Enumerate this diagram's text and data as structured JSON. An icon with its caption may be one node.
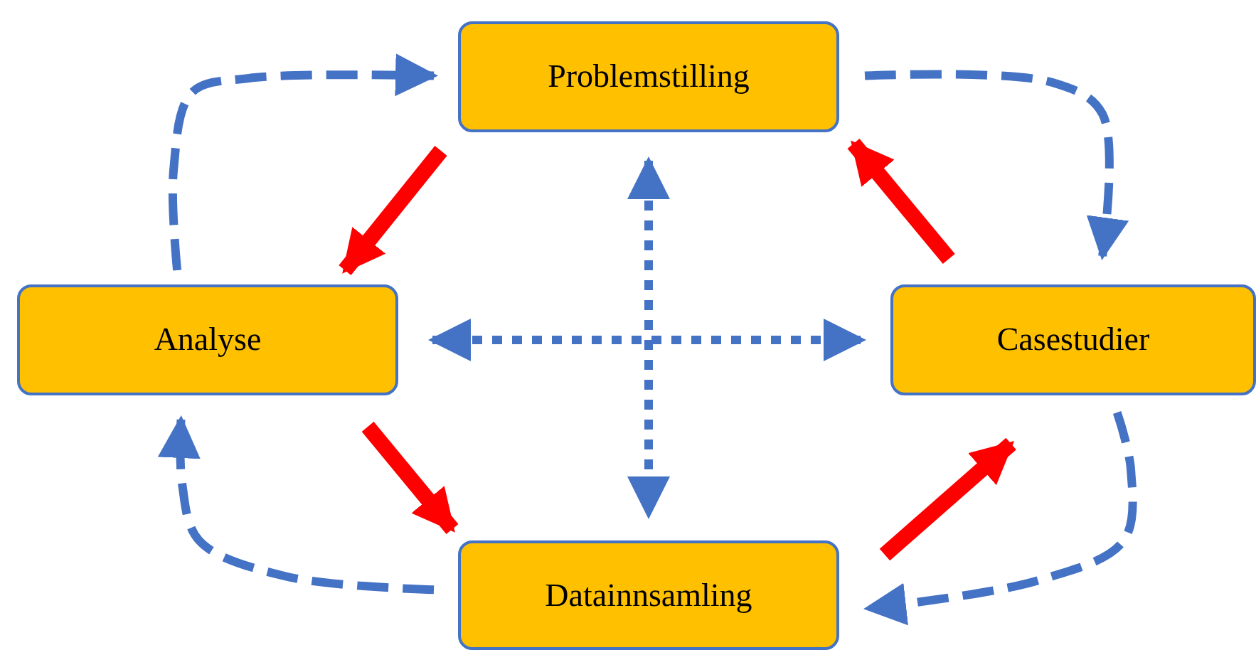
{
  "diagram": {
    "nodes": [
      {
        "text": [
          "Problemstilling"
        ]
      },
      {
        "text": [
          "Analyse"
        ]
      },
      {
        "text": [
          "Casestudier"
        ]
      },
      {
        "text": [
          "Datainnsamling"
        ]
      }
    ],
    "edges": [
      {
        "from": 1,
        "to": 0,
        "arrow": "to",
        "style": "dashed"
      },
      {
        "from": 0,
        "to": 2,
        "arrow": "to",
        "style": "dashed"
      },
      {
        "from": 2,
        "to": 3,
        "arrow": "to",
        "style": "dashed"
      },
      {
        "from": 3,
        "to": 1,
        "arrow": "to",
        "style": "dashed"
      },
      {
        "from": 0,
        "to": 1,
        "arrow": "to",
        "style": "thick",
        "color": "#ff0000"
      },
      {
        "from": 1,
        "to": 3,
        "arrow": "to",
        "style": "thick",
        "color": "#ff0000"
      },
      {
        "from": 3,
        "to": 2,
        "arrow": "to",
        "style": "thick",
        "color": "#ff0000"
      },
      {
        "from": 2,
        "to": 0,
        "arrow": "to",
        "style": "thick",
        "color": "#ff0000"
      },
      {
        "from": 1,
        "to": 2,
        "arrow": "both",
        "style": "dashed"
      },
      {
        "from": 0,
        "to": 3,
        "arrow": "both",
        "style": "dashed"
      }
    ]
  }
}
